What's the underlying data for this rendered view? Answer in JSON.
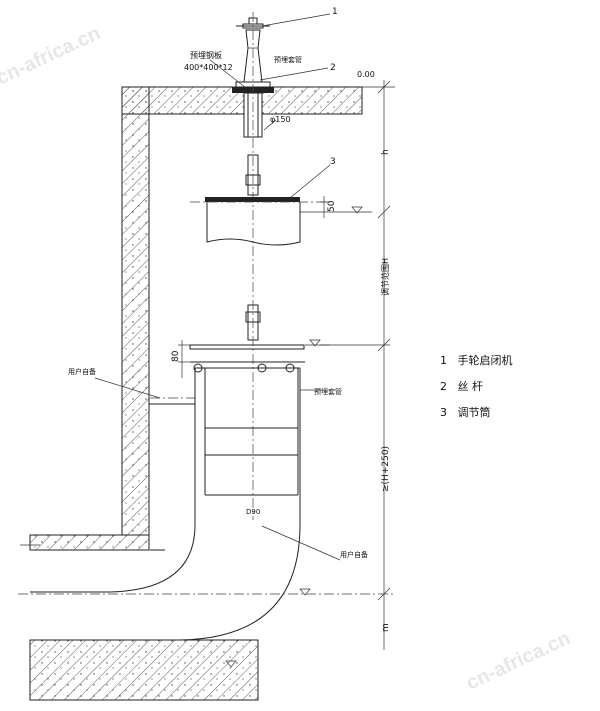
{
  "callouts": {
    "c1": "1",
    "c2": "2",
    "c3": "3"
  },
  "labels": {
    "plate_name": "预埋钢板",
    "plate_size": "400*400*12",
    "sleeve_top": "预埋套管",
    "elev_zero": "0.00",
    "dia_150": "φ150",
    "dim_h": "h",
    "dim_50": "50",
    "dim_range": "调节范围H",
    "dim_80": "80",
    "user_side_left": "用户自备",
    "sleeve_mid": "预埋套管",
    "dim_h250": "≥(H+250)",
    "d_label": "D90",
    "user_side_right": "用户自备",
    "dim_m": "m"
  },
  "legend": [
    {
      "num": "1",
      "text": "手轮启闭机"
    },
    {
      "num": "2",
      "text": "丝  杆"
    },
    {
      "num": "3",
      "text": "调节筒"
    }
  ],
  "watermark": "cn-africa.cn"
}
